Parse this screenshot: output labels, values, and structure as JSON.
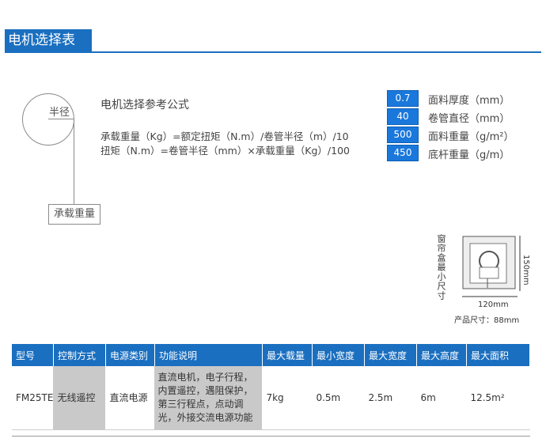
{
  "title": "电机选择表",
  "diagram": {
    "radius_label": "半径",
    "load_label": "承载重量"
  },
  "formulas": {
    "title": "电机选择参考公式",
    "line1": "承载重量（Kg）=额定扭矩（N.m）/卷管半径（m）/10",
    "line2": "扭矩（N.m）=卷管半径（mm）×承载重量（Kg）/100"
  },
  "params": [
    {
      "value": "0.7",
      "label": "面料厚度（mm）"
    },
    {
      "value": "40",
      "label": "卷管直径（mm）"
    },
    {
      "value": "500",
      "label": "面料重量（g/m²）"
    },
    {
      "value": "450",
      "label": "底杆重量（g/m）"
    }
  ],
  "window_box": {
    "side_label": "窗帘盒最小尺寸",
    "height_label": "150mm",
    "width_label": "120mm",
    "size_label": "产品尺寸：88mm"
  },
  "table": {
    "headers": [
      "型号",
      "控制方式",
      "电源类别",
      "功能说明",
      "最大载量",
      "最小宽度",
      "最大宽度",
      "最大高度",
      "最大面积"
    ],
    "row": {
      "model": "FM25TE",
      "control": "无线遥控",
      "power": "直流电源",
      "features": "直流电机，电子行程，内置遥控，遇阻保护，第三行程点，点动调光，外接交流电源功能",
      "max_load": "7kg",
      "min_width": "0.5m",
      "max_width": "2.5m",
      "max_height": "6m",
      "max_area": "12.5m²"
    }
  },
  "colors": {
    "accent": "#1a6fc0",
    "param_box": "#1a78dc",
    "grey_cell": "#c9c9c9"
  }
}
